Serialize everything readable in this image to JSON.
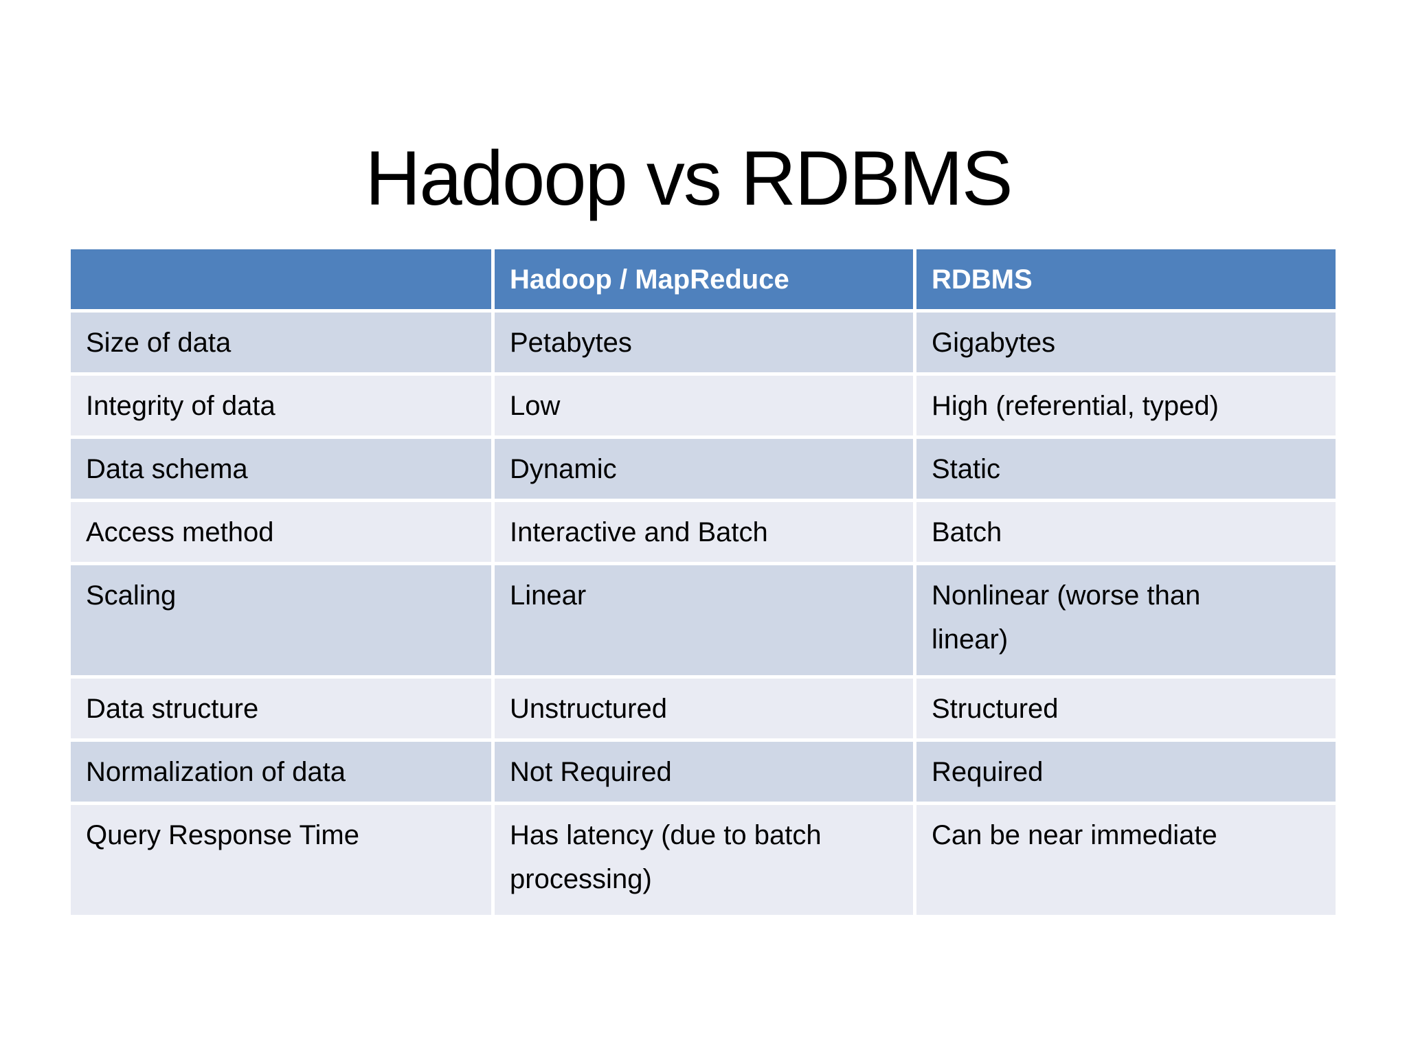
{
  "slide": {
    "title": "Hadoop vs RDBMS"
  },
  "table": {
    "header": {
      "col1": "",
      "col2": "Hadoop / MapReduce",
      "col3": "RDBMS"
    },
    "rows": [
      {
        "label": "Size of data",
        "hadoop": "Petabytes",
        "rdbms": "Gigabytes"
      },
      {
        "label": "Integrity of data",
        "hadoop": "Low",
        "rdbms": "High (referential, typed)"
      },
      {
        "label": "Data schema",
        "hadoop": "Dynamic",
        "rdbms": "Static"
      },
      {
        "label": "Access method",
        "hadoop": "Interactive and Batch",
        "rdbms": "Batch"
      },
      {
        "label": "Scaling",
        "hadoop": "Linear",
        "rdbms": "Nonlinear (worse than\nlinear)"
      },
      {
        "label": "Data structure",
        "hadoop": "Unstructured",
        "rdbms": "Structured"
      },
      {
        "label": "Normalization of data",
        "hadoop": "Not Required",
        "rdbms": "Required"
      },
      {
        "label": "Query Response Time",
        "hadoop": "Has latency (due to batch\nprocessing)",
        "rdbms": "Can be near immediate"
      }
    ]
  },
  "colors": {
    "header_bg": "#4F81BD",
    "band_dark": "#CFD7E6",
    "band_light": "#E9EBF3",
    "header_text": "#FFFFFF",
    "body_text": "#000000",
    "grid_gap": "#FFFFFF",
    "slide_bg": "#FFFFFF"
  }
}
